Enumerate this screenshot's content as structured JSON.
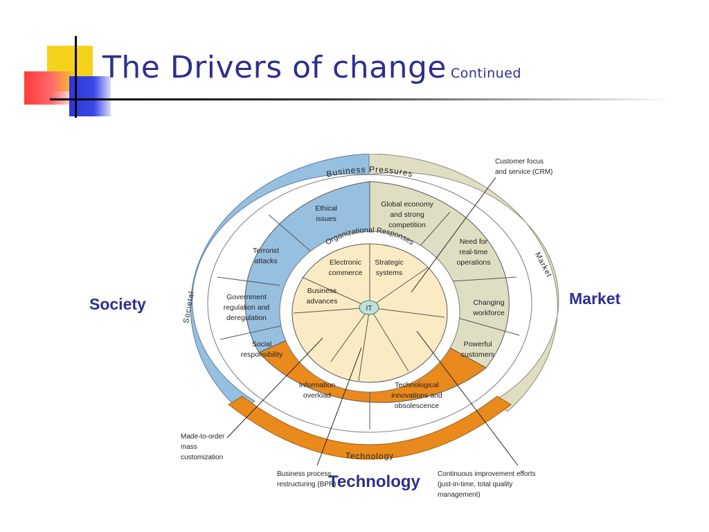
{
  "slide": {
    "title": "The Drivers of change",
    "title_suffix": "Continued"
  },
  "side_labels": {
    "society": "Society",
    "market": "Market",
    "technology": "Technology"
  },
  "diagram": {
    "ring_labels": {
      "business_pressures": "Business Pressures",
      "organizational_responses": "Organizational Responses",
      "societal": "Societal",
      "market": "Market",
      "technology": "Technology",
      "center": "IT"
    },
    "pressures": {
      "ethical": [
        "Ethical",
        "issues"
      ],
      "terrorist": [
        "Terrorist",
        "attacks"
      ],
      "government": [
        "Government",
        "regulation and",
        "deregulation"
      ],
      "social": [
        "Social",
        "responsibility"
      ],
      "global": [
        "Global economy",
        "and strong",
        "competition"
      ],
      "realtime": [
        "Need for",
        "real-time",
        "operations"
      ],
      "workforce": [
        "Changing",
        "workforce"
      ],
      "customers": [
        "Powerful",
        "customers"
      ],
      "overload": [
        "Information",
        "overload"
      ],
      "techinnov": [
        "Technological",
        "innovations and",
        "obsolescence"
      ]
    },
    "responses": {
      "ecommerce": [
        "Electronic",
        "commerce"
      ],
      "strategic": [
        "Strategic",
        "systems"
      ],
      "advances": [
        "Business",
        "advances"
      ]
    },
    "callouts": {
      "crm": [
        "Customer focus",
        "and service (CRM)"
      ],
      "mass": [
        "Made-to-order",
        "mass",
        "customization"
      ],
      "bpr": [
        "Business process",
        "restructuring (BPR)"
      ],
      "ci": [
        "Continuous improvement efforts",
        "(just-in-time, total quality",
        "management)"
      ]
    },
    "colors": {
      "societal": "#97bfe0",
      "market": "#dfdec3",
      "technology": "#ea8a1c",
      "responses": "#faebc4",
      "center": "#bfe2d8",
      "title_text": "#2e2e8f"
    }
  }
}
